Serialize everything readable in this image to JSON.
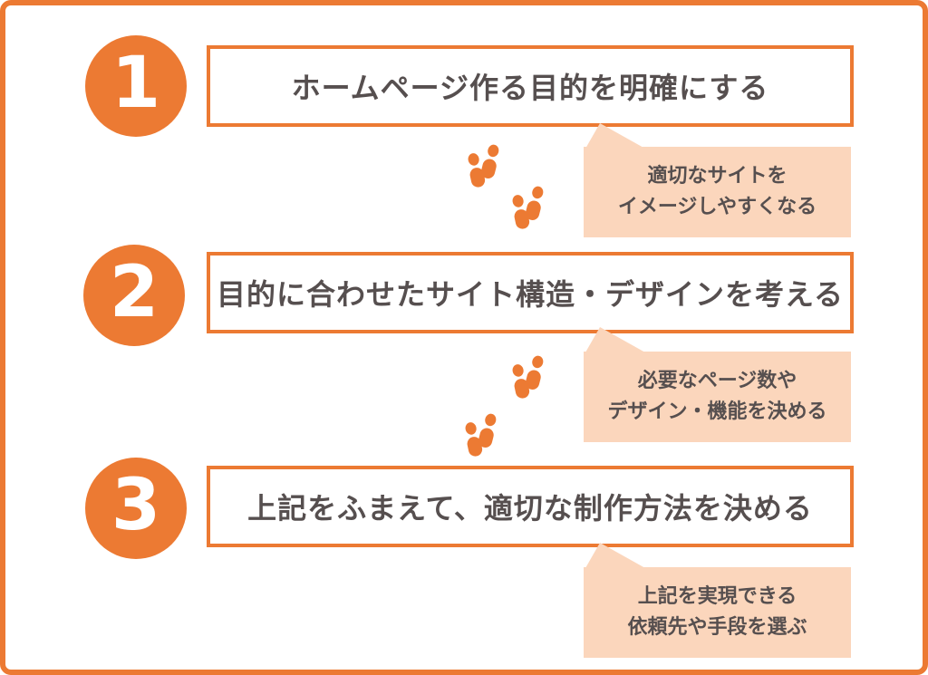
{
  "colors": {
    "orange": "#EC7A33",
    "peach": "#FBD6BC",
    "text": "#564F4F",
    "background": "#FFFFFF"
  },
  "steps": [
    {
      "number": "1",
      "title": "ホームページ作る目的を明確にする",
      "note": {
        "line1": "適切なサイトを",
        "line2": "イメージしやすくなる"
      }
    },
    {
      "number": "2",
      "title": "目的に合わせたサイト構造・デザインを考える",
      "note": {
        "line1": "必要なページ数や",
        "line2": "デザイン・機能を決める"
      }
    },
    {
      "number": "3",
      "title": "上記をふまえて、適切な制作方法を決める",
      "note": {
        "line1": "上記を実現できる",
        "line2": "依頼先や手段を選ぶ"
      }
    }
  ]
}
